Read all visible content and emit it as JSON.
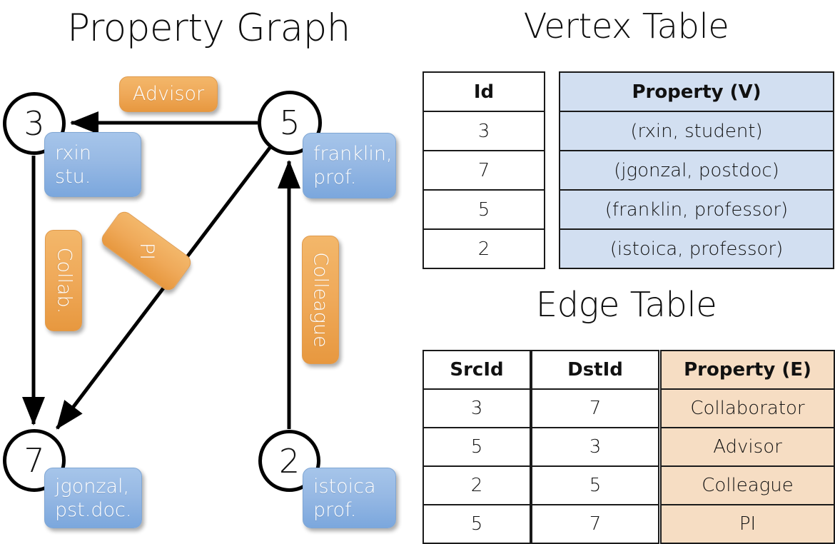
{
  "titles": {
    "graph": "Property Graph",
    "vertex_table": "Vertex Table",
    "edge_table": "Edge Table"
  },
  "colors": {
    "vertex_property_fill": "#d2dff1",
    "edge_property_fill": "#f6ddc3",
    "vertex_box_blue": "#97b9e4",
    "edge_label_orange": "#efa959",
    "stroke": "#000000"
  },
  "graph": {
    "vertices": [
      {
        "id": "3",
        "property_lines": [
          "rxin",
          "stu."
        ]
      },
      {
        "id": "5",
        "property_lines": [
          "franklin,",
          "prof."
        ]
      },
      {
        "id": "7",
        "property_lines": [
          "jgonzal,",
          "pst.doc."
        ]
      },
      {
        "id": "2",
        "property_lines": [
          "istoica",
          "prof."
        ]
      }
    ],
    "edge_labels": {
      "advisor": "Advisor",
      "collab": "Collab.",
      "pi": "PI",
      "colleague": "Colleague"
    },
    "edges": [
      {
        "from": "5",
        "to": "3",
        "label": "Advisor"
      },
      {
        "from": "3",
        "to": "7",
        "label": "Collab."
      },
      {
        "from": "5",
        "to": "7",
        "label": "PI"
      },
      {
        "from": "2",
        "to": "5",
        "label": "Colleague"
      }
    ]
  },
  "vertex_table": {
    "headers": [
      "Id",
      "Property (V)"
    ],
    "rows": [
      {
        "id": "3",
        "property": "(rxin, student)"
      },
      {
        "id": "7",
        "property": "(jgonzal, postdoc)"
      },
      {
        "id": "5",
        "property": "(franklin, professor)"
      },
      {
        "id": "2",
        "property": "(istoica, professor)"
      }
    ]
  },
  "edge_table": {
    "headers": [
      "SrcId",
      "DstId",
      "Property (E)"
    ],
    "rows": [
      {
        "src": "3",
        "dst": "7",
        "property": "Collaborator"
      },
      {
        "src": "5",
        "dst": "3",
        "property": "Advisor"
      },
      {
        "src": "2",
        "dst": "5",
        "property": "Colleague"
      },
      {
        "src": "5",
        "dst": "7",
        "property": "PI"
      }
    ]
  }
}
